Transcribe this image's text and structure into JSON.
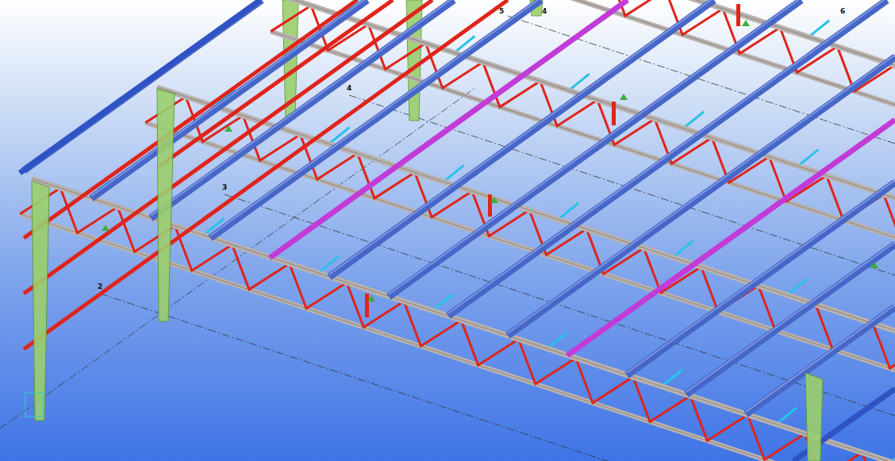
{
  "diagram": {
    "labels": [
      "5",
      "4",
      "6",
      "4",
      "3",
      "2"
    ]
  }
}
